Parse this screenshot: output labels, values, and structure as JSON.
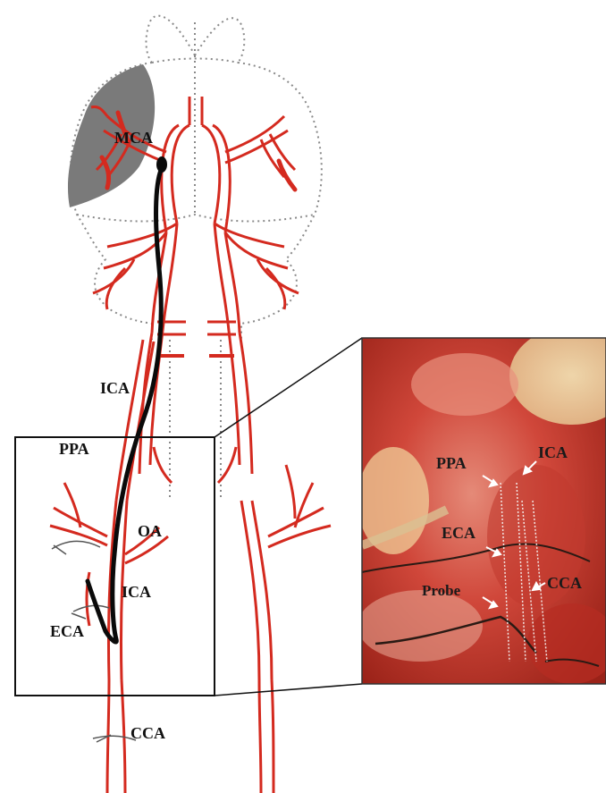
{
  "figure": {
    "diagram_labels": {
      "mca": "MCA",
      "ica_upper": "ICA",
      "ppa": "PPA",
      "oa": "OA",
      "ica_lower": "ICA",
      "eca": "ECA",
      "cca": "CCA"
    },
    "photo_labels": {
      "ppa": "PPA",
      "ica": "ICA",
      "eca": "ECA",
      "probe": "Probe",
      "cca": "CCA"
    },
    "colors": {
      "vessel": "#d42a1f",
      "brain_outline": "#8a8a8a",
      "infarct": "#7a7a7a",
      "filament": "#0a0a0a",
      "tissue": "#c9473a"
    }
  }
}
